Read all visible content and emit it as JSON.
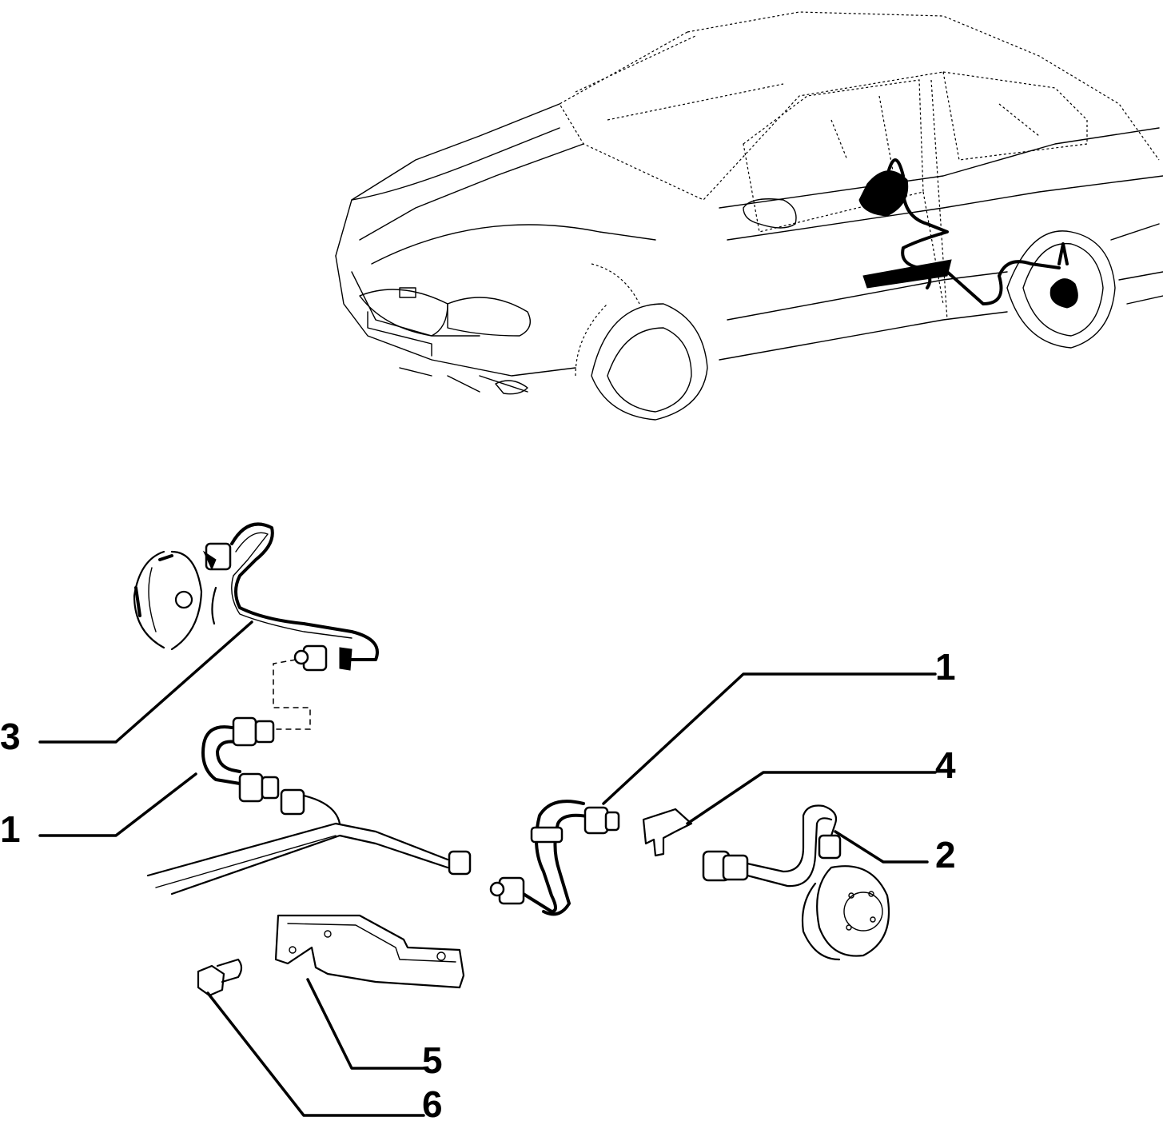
{
  "callouts": [
    {
      "id": "pipe-rear-left",
      "label": "3"
    },
    {
      "id": "hose-left",
      "label": "1"
    },
    {
      "id": "hose-right",
      "label": "1"
    },
    {
      "id": "bracket-clip",
      "label": "4"
    },
    {
      "id": "pipe-rear-right",
      "label": "2"
    },
    {
      "id": "support-bracket",
      "label": "5"
    },
    {
      "id": "bolt",
      "label": "6"
    }
  ],
  "colors": {
    "line": "#000000",
    "background": "#ffffff"
  }
}
